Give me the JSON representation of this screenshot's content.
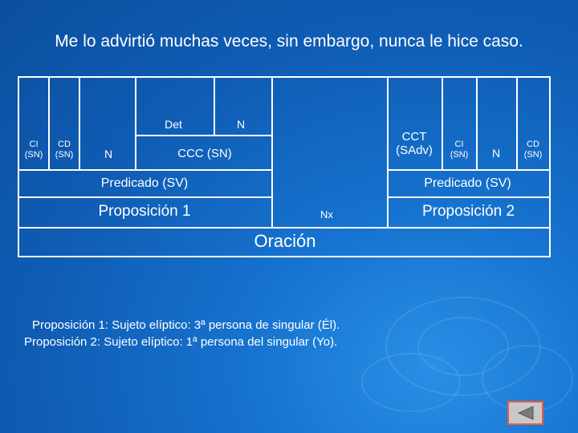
{
  "sentence": "Me lo advirtió muchas veces, sin embargo, nunca le hice caso.",
  "left": {
    "ci": "CI (SN)",
    "cd": "CD (SN)",
    "n": "N",
    "det": "Det",
    "n2": "N",
    "ccc": "CCC (SN)",
    "predicado": "Predicado (SV)",
    "proposicion": "Proposición 1"
  },
  "middle": {
    "nx": "Nx"
  },
  "right": {
    "cct": "CCT (SAdv)",
    "ci": "CI (SN)",
    "n": "N",
    "cd": "CD (SN)",
    "predicado": "Predicado (SV)",
    "proposicion": "Proposición 2"
  },
  "oracion": "Oración",
  "notes": [
    "Proposición 1: Sujeto elíptico: 3ª persona de singular (Él).",
    "Proposición 2: Sujeto elíptico: 1ª persona del singular (Yo)."
  ],
  "icons": {
    "back": "back-arrow-icon"
  },
  "colors": {
    "background": "#1673cf",
    "lines": "#ffffff",
    "back_button_fill": "#c9c9c9",
    "back_button_border": "#f05a3a"
  }
}
